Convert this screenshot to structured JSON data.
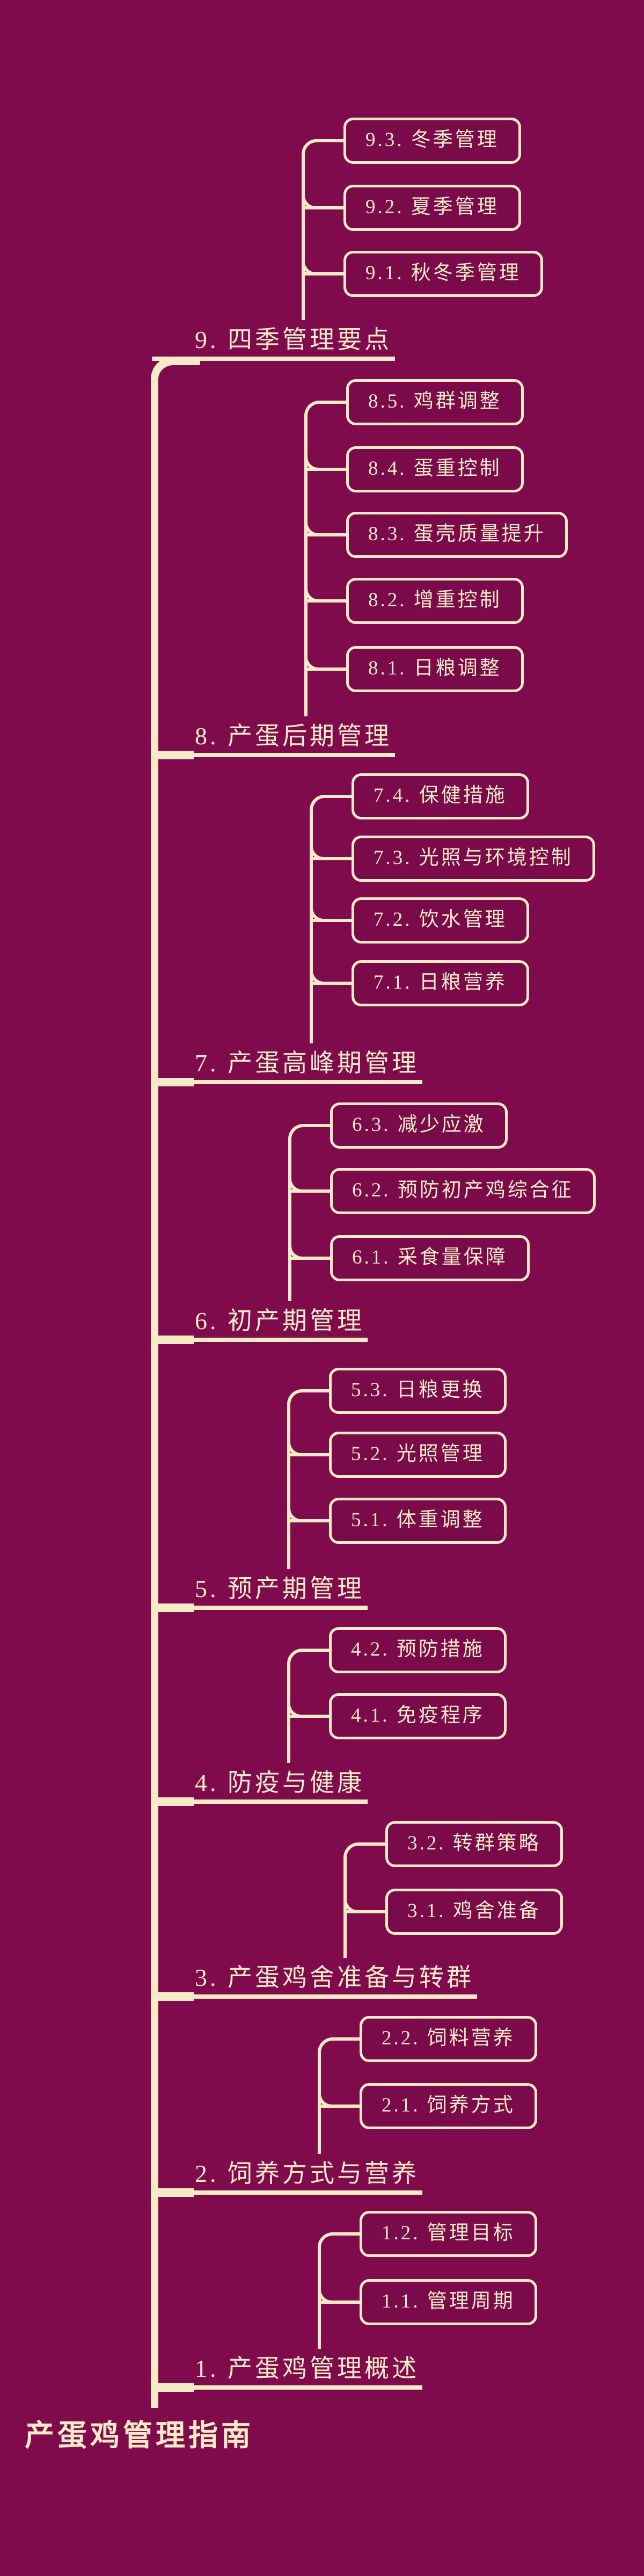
{
  "root": {
    "label": "产蛋鸡管理指南"
  },
  "branches": [
    {
      "label": "1. 产蛋鸡管理概述",
      "children": [
        {
          "label": "1.1. 管理周期"
        },
        {
          "label": "1.2. 管理目标"
        }
      ]
    },
    {
      "label": "2. 饲养方式与营养",
      "children": [
        {
          "label": "2.1. 饲养方式"
        },
        {
          "label": "2.2. 饲料营养"
        }
      ]
    },
    {
      "label": "3. 产蛋鸡舍准备与转群",
      "children": [
        {
          "label": "3.1. 鸡舍准备"
        },
        {
          "label": "3.2. 转群策略"
        }
      ]
    },
    {
      "label": "4. 防疫与健康",
      "children": [
        {
          "label": "4.1. 免疫程序"
        },
        {
          "label": "4.2. 预防措施"
        }
      ]
    },
    {
      "label": "5. 预产期管理",
      "children": [
        {
          "label": "5.1. 体重调整"
        },
        {
          "label": "5.2. 光照管理"
        },
        {
          "label": "5.3. 日粮更换"
        }
      ]
    },
    {
      "label": "6. 初产期管理",
      "children": [
        {
          "label": "6.1. 采食量保障"
        },
        {
          "label": "6.2. 预防初产鸡综合征"
        },
        {
          "label": "6.3. 减少应激"
        }
      ]
    },
    {
      "label": "7. 产蛋高峰期管理",
      "children": [
        {
          "label": "7.1. 日粮营养"
        },
        {
          "label": "7.2. 饮水管理"
        },
        {
          "label": "7.3. 光照与环境控制"
        },
        {
          "label": "7.4. 保健措施"
        }
      ]
    },
    {
      "label": "8. 产蛋后期管理",
      "children": [
        {
          "label": "8.1. 日粮调整"
        },
        {
          "label": "8.2. 增重控制"
        },
        {
          "label": "8.3. 蛋壳质量提升"
        },
        {
          "label": "8.4. 蛋重控制"
        },
        {
          "label": "8.5. 鸡群调整"
        }
      ]
    },
    {
      "label": "9. 四季管理要点",
      "children": [
        {
          "label": "9.1. 秋冬季管理"
        },
        {
          "label": "9.2. 夏季管理"
        },
        {
          "label": "9.3. 冬季管理"
        }
      ]
    }
  ],
  "colors": {
    "background": "#7F0B4D",
    "line_cream": "#F7EBC7",
    "box_fill": "#7A0A49"
  }
}
